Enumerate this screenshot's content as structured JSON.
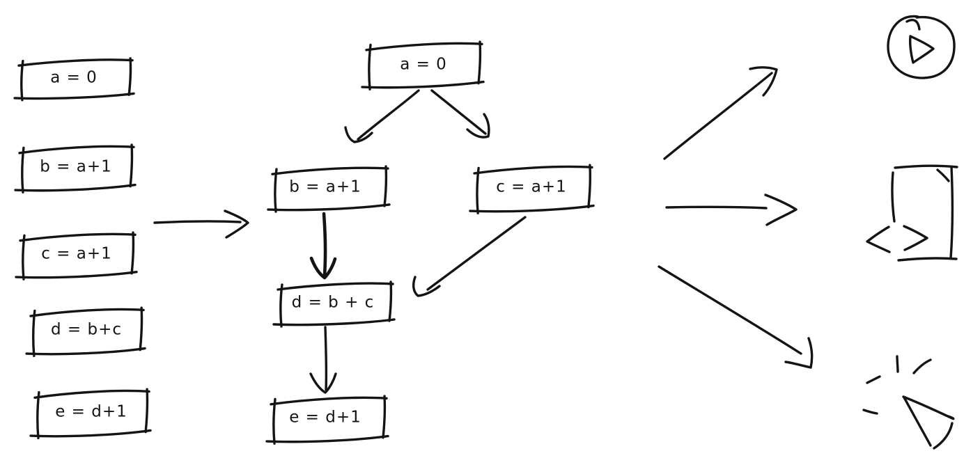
{
  "colors": {
    "ink": "#141414",
    "background": "#ffffff"
  },
  "source_list": {
    "statements": [
      "a = 0",
      "b = a+1",
      "c = a+1",
      "d = b+c",
      "e = d+1"
    ]
  },
  "transform_arrow": {
    "icon": "arrow-right-icon",
    "from": "statement-list",
    "to": "dependency-graph"
  },
  "dependency_graph": {
    "nodes": [
      {
        "id": "a",
        "label": "a = 0"
      },
      {
        "id": "b",
        "label": "b = a+1"
      },
      {
        "id": "c",
        "label": "c = a+1"
      },
      {
        "id": "d",
        "label": "d = b + c"
      },
      {
        "id": "e",
        "label": "e = d+1"
      }
    ],
    "edges": [
      {
        "from": "a",
        "to": "b"
      },
      {
        "from": "a",
        "to": "c"
      },
      {
        "from": "b",
        "to": "d"
      },
      {
        "from": "c",
        "to": "d"
      },
      {
        "from": "d",
        "to": "e"
      }
    ]
  },
  "outputs": {
    "arrows": [
      "arrow-up-right-icon",
      "arrow-right-icon",
      "arrow-down-right-icon"
    ],
    "icons": [
      "play-icon",
      "code-file-icon",
      "cursor-click-icon"
    ]
  }
}
